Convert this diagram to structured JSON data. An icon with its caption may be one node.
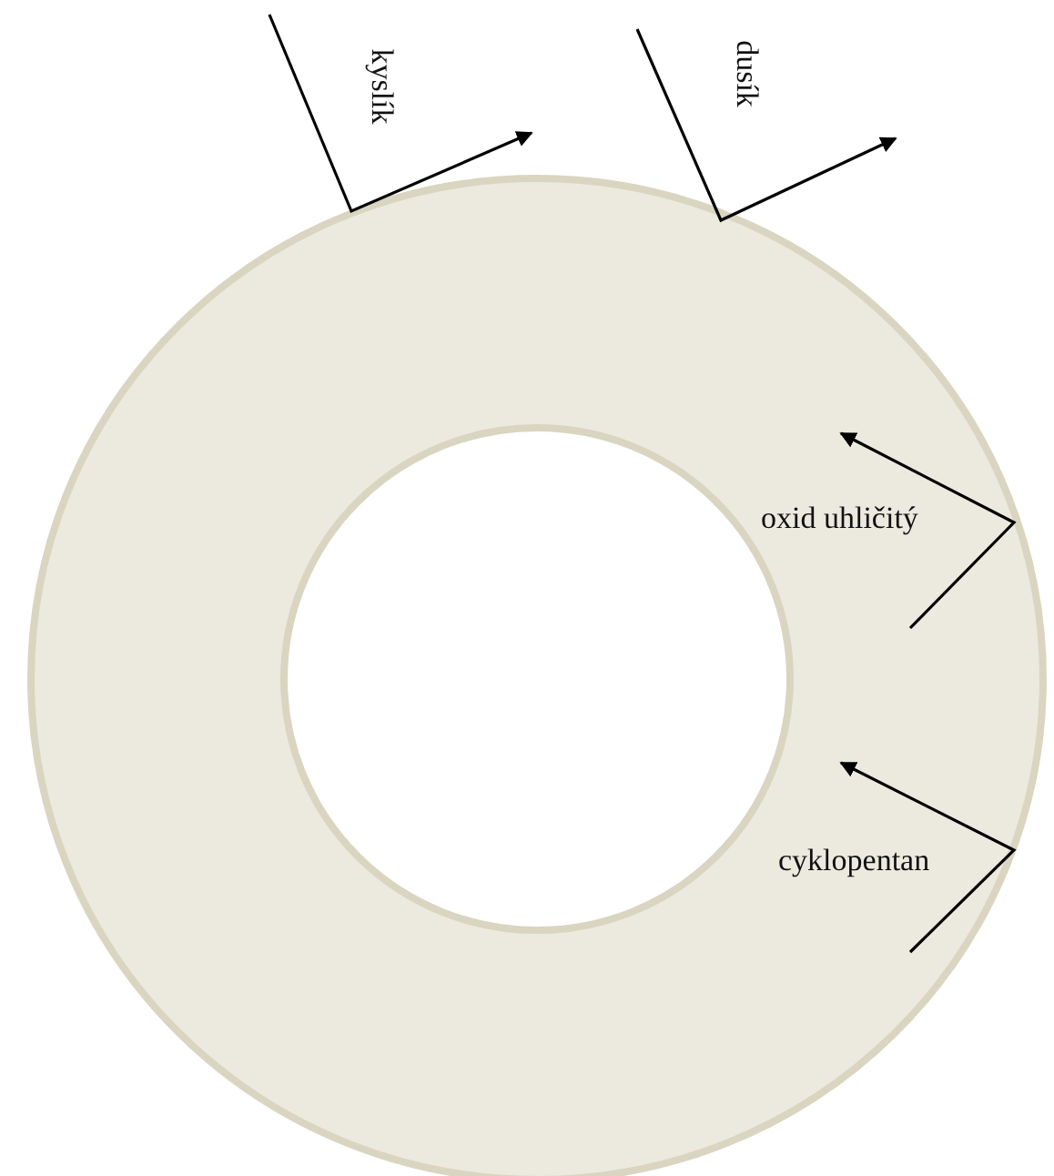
{
  "diagram": {
    "labels": [
      "kyslík",
      "dusík",
      "oxid uhličitý",
      "cyklopentan"
    ]
  }
}
